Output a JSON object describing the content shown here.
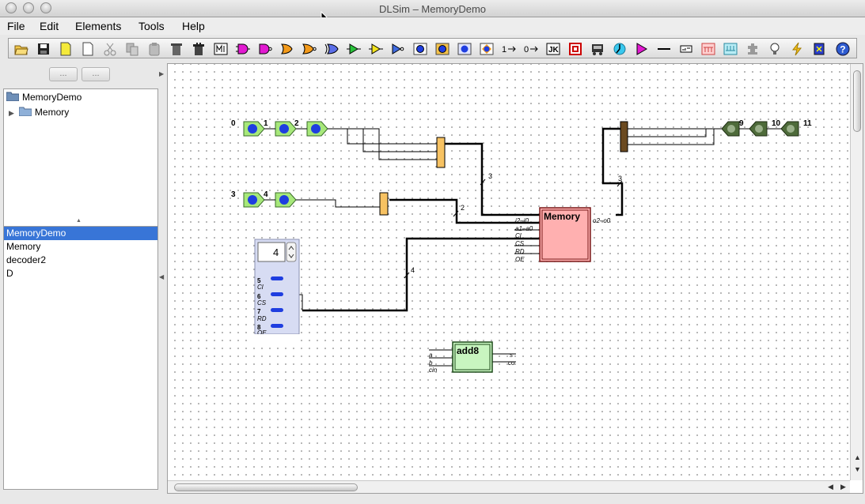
{
  "window": {
    "title": "DLSim – MemoryDemo"
  },
  "menu": {
    "items": [
      "File",
      "Edit",
      "Elements",
      "Tools",
      "Help"
    ]
  },
  "toolbar": {
    "buttons": [
      "open-icon",
      "save-icon",
      "new-icon",
      "new-page-icon",
      "cut-icon",
      "copy-icon",
      "paste-icon",
      "delete-icon",
      "delete-all-icon",
      "multiplexer-icon",
      "and-gate-icon",
      "nand-gate-icon",
      "or-gate-icon",
      "nor-gate-icon",
      "xor-gate-icon",
      "buffer-icon",
      "tri-state-icon",
      "not-gate-icon",
      "input-icon",
      "output-icon",
      "led-icon",
      "display-icon",
      "one-constant-icon",
      "zero-constant-icon",
      "jk-flipflop-icon",
      "register-icon",
      "bus-icon",
      "clock-icon",
      "probe-icon",
      "wire-icon",
      "label-icon",
      "splitter-icon",
      "joiner-icon",
      "component-icon",
      "bulb-icon",
      "simulate-icon",
      "book-icon",
      "help-icon"
    ],
    "one_label": "1",
    "zero_label": "0",
    "jk_label": "JK"
  },
  "left_panel": {
    "nav_buttons": [
      "...",
      "..."
    ],
    "tree": {
      "root": "MemoryDemo",
      "child": "Memory"
    },
    "list": {
      "items": [
        "MemoryDemo",
        "Memory",
        "decoder2",
        "D"
      ],
      "selected": 0
    }
  },
  "canvas": {
    "pin_labels": [
      "0",
      "1",
      "2",
      "3",
      "4"
    ],
    "out_labels": [
      "9",
      "10",
      "11"
    ],
    "bus_widths": [
      "3",
      "2",
      "4",
      "3"
    ],
    "memory": {
      "title": "Memory",
      "inputs": [
        "i2–i0",
        "a1–a0",
        "Cl",
        "CS",
        "RD",
        "OE"
      ],
      "output": "o2–o0"
    },
    "adder": {
      "title": "add8",
      "inputs": [
        "a",
        "b",
        "cin"
      ],
      "outputs": [
        "s",
        "co"
      ]
    },
    "control_panel": {
      "spinner_value": "4",
      "rows": [
        {
          "num": "5",
          "sig": "Cl"
        },
        {
          "num": "6",
          "sig": "CS"
        },
        {
          "num": "7",
          "sig": "RD"
        },
        {
          "num": "8",
          "sig": "OE"
        }
      ]
    }
  },
  "colors": {
    "input_pin": "#a7e87a",
    "output_pin": "#4e6b3a",
    "memory_fill": "#ffb0b0",
    "adder_fill": "#c8f5c0",
    "selection": "#3875d7"
  }
}
